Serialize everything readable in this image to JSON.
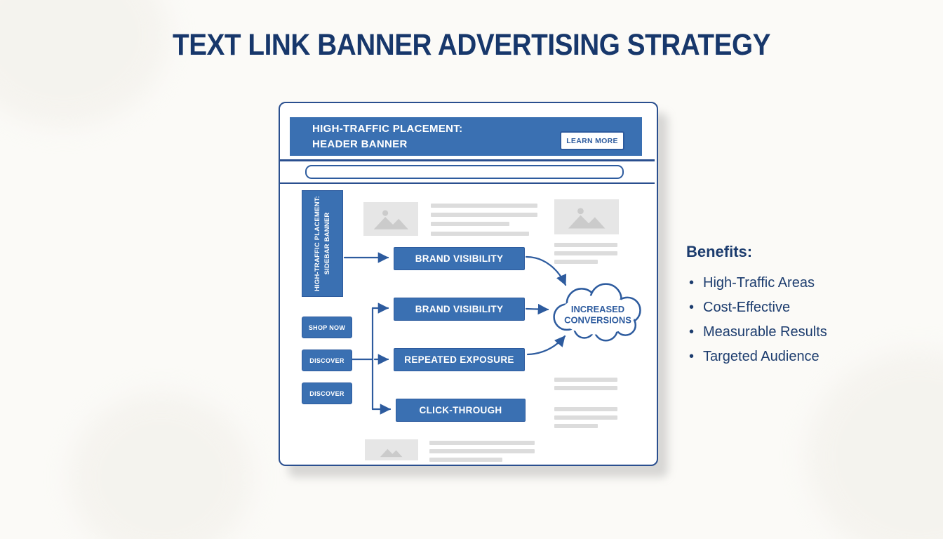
{
  "title": "TEXT LINK BANNER ADVERTISING STRATEGY",
  "mockup": {
    "header_banner": {
      "line1": "HIGH-TRAFFIC PLACEMENT:",
      "line2": "HEADER BANNER",
      "button_label": "LEARN MORE"
    },
    "sidebar_banner": {
      "line1": "HIGH-TRAFFIC PLACEMENT:",
      "line2": "SIDEBAR BANNER"
    },
    "cta_buttons": [
      "SHOP NOW",
      "DISCOVER",
      "DISCOVER"
    ],
    "flow_boxes": [
      "BRAND VISIBILITY",
      "BRAND VISIBILITY",
      "REPEATED EXPOSURE",
      "CLICK-THROUGH"
    ],
    "cloud": {
      "line1": "INCREASED",
      "line2": "CONVERSIONS"
    }
  },
  "benefits": {
    "heading": "Benefits:",
    "items": [
      "High-Traffic Areas",
      "Cost-Effective",
      "Measurable Results",
      "Targeted Audience"
    ]
  },
  "colors": {
    "banner_blue": "#3a70b2",
    "outline_blue": "#2d5b9e",
    "navy_text": "#1c3c6e",
    "placeholder_gray": "#e6e6e6"
  }
}
